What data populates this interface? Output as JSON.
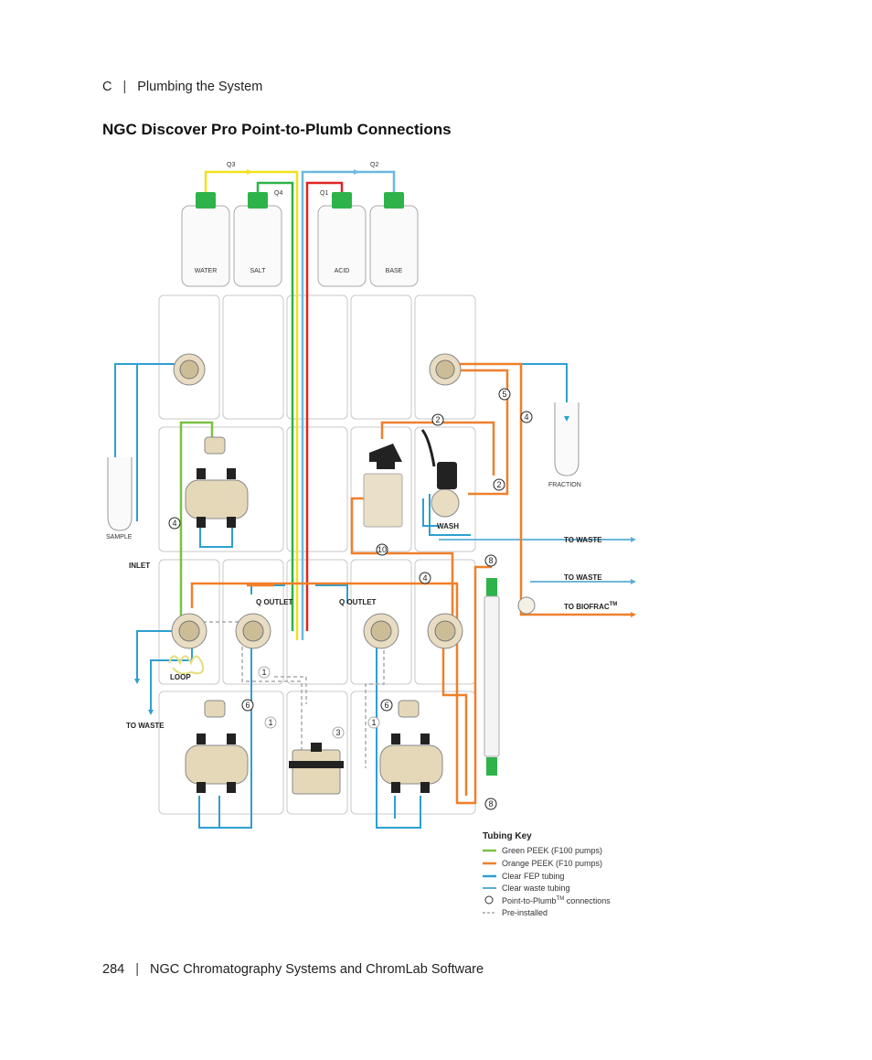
{
  "header": {
    "section": "C",
    "chapter_title": "Plumbing the System"
  },
  "page_title": "NGC Discover Pro Point-to-Plumb Connections",
  "footer": {
    "page_number": "284",
    "book_title": "NGC Chromatography Systems and ChromLab Software"
  },
  "diagram": {
    "bottles": {
      "water": "WATER",
      "salt": "SALT",
      "acid": "ACID",
      "base": "BASE"
    },
    "lines": {
      "q1": "Q1",
      "q2": "Q2",
      "q3": "Q3",
      "q4": "Q4"
    },
    "labels": {
      "sample": "SAMPLE",
      "inlet": "INLET",
      "loop": "LOOP",
      "to_waste_left": "TO WASTE",
      "fraction": "FRACTION",
      "wash": "WASH",
      "to_waste_1": "TO WASTE",
      "to_waste_2": "TO WASTE",
      "to_biofrac": "TO BIOFRAC",
      "tm": "TM",
      "q_outlet_left": "Q OUTLET",
      "q_outlet_right": "Q OUTLET"
    },
    "connection_numbers": {
      "n1": "5",
      "n2": "4",
      "n3": "2",
      "n4": "2",
      "n5": "4",
      "n6": "10",
      "n7": "8",
      "n8": "4",
      "n9": "6",
      "n10": "6",
      "n11": "8",
      "n12": "1",
      "n13": "1",
      "n14": "1",
      "n15": "3"
    },
    "tubing_key": {
      "title": "Tubing Key",
      "items": [
        {
          "label": "Green PEEK (F100 pumps)",
          "color": "#7ac143"
        },
        {
          "label": "Orange PEEK (F10 pumps)",
          "color": "#f07f2a"
        },
        {
          "label": "Clear FEP tubing",
          "color": "#2e9fd1"
        },
        {
          "label": "Clear waste tubing",
          "color": "#5aaed6"
        }
      ],
      "ptp_label": "Point-to-Plumb",
      "ptp_tm": "TM",
      "ptp_suffix": " connections",
      "preinstalled": "Pre-installed"
    }
  }
}
